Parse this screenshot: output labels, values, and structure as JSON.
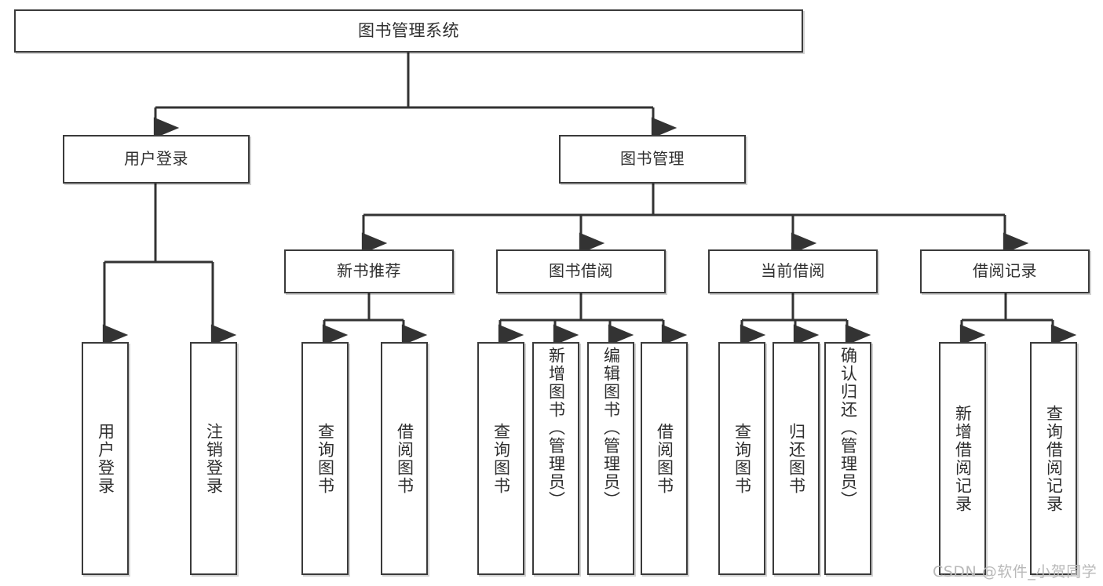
{
  "diagram": {
    "title": "图书管理系统",
    "type": "hierarchy-tree",
    "watermark": "CSDN @软件_小贺同学",
    "colors": {
      "box_border": "#3a3a3a",
      "box_fill": "#ffffff",
      "edge": "#333333",
      "text": "#2f2f2f",
      "watermark": "#b9b9b9"
    },
    "nodes": {
      "root": {
        "label": "图书管理系统",
        "level": 0
      },
      "level1": [
        {
          "id": "user-login",
          "label": "用户登录"
        },
        {
          "id": "book-manage",
          "label": "图书管理"
        }
      ],
      "level2": [
        {
          "id": "new-book-recommend",
          "label": "新书推荐"
        },
        {
          "id": "book-borrow",
          "label": "图书借阅"
        },
        {
          "id": "current-borrow",
          "label": "当前借阅"
        },
        {
          "id": "borrow-record",
          "label": "借阅记录"
        }
      ],
      "leaves": [
        {
          "id": "leaf-user-login",
          "label": "用户登录",
          "parent": "user-login"
        },
        {
          "id": "leaf-user-logout",
          "label": "注销登录",
          "parent": "user-login"
        },
        {
          "id": "leaf-query-book-1",
          "label": "查询图书",
          "parent": "new-book-recommend"
        },
        {
          "id": "leaf-borrow-book-1",
          "label": "借阅图书",
          "parent": "new-book-recommend"
        },
        {
          "id": "leaf-query-book-2",
          "label": "查询图书",
          "parent": "book-borrow"
        },
        {
          "id": "leaf-add-book",
          "label": "新增图书（管理员）",
          "parent": "book-borrow"
        },
        {
          "id": "leaf-edit-book",
          "label": "编辑图书（管理员）",
          "parent": "book-borrow"
        },
        {
          "id": "leaf-borrow-book-2",
          "label": "借阅图书",
          "parent": "book-borrow"
        },
        {
          "id": "leaf-query-book-3",
          "label": "查询图书",
          "parent": "current-borrow"
        },
        {
          "id": "leaf-return-book",
          "label": "归还图书",
          "parent": "current-borrow"
        },
        {
          "id": "leaf-confirm-return",
          "label": "确认归还（管理员）",
          "parent": "current-borrow"
        },
        {
          "id": "leaf-add-record",
          "label": "新增借阅记录",
          "parent": "borrow-record"
        },
        {
          "id": "leaf-query-record",
          "label": "查询借阅记录",
          "parent": "borrow-record"
        }
      ]
    }
  }
}
